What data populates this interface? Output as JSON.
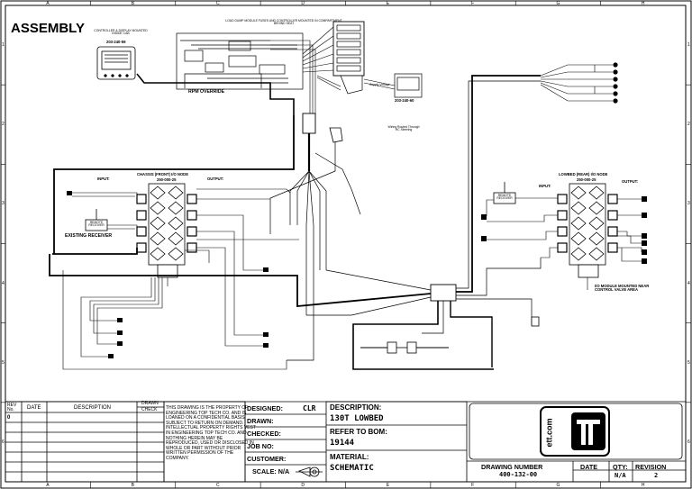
{
  "title": "ASSEMBLY",
  "grid": {
    "columns": [
      "A",
      "B",
      "C",
      "D",
      "E",
      "F",
      "G",
      "H"
    ],
    "rows": [
      "1",
      "2",
      "3",
      "4",
      "5",
      "6"
    ]
  },
  "labels": {
    "controller_box": "CONTROLLER & DISPLAY MOUNTED INSIDE CAB",
    "controller_part": "203-240-59",
    "load_dump": "LOAD DUMP MODULE FUSES AND CONTROLLER MOUNTED IN COMPARTMENT BEHIND SEAT",
    "rpm_override": "RPM OVERRIDE",
    "supply_voltage": "Supply Voltage",
    "load_dump_part": "203-240-60",
    "wiring_routed": "Wiring Routed Through HC Steering",
    "chassis_node": "CHASSIS (FRONT) I/O NODE",
    "chassis_part": "250-000-25",
    "input_left": "INPUT:",
    "output_left": "OUTPUT:",
    "remote_receiver": "REMOTE RECEIVER",
    "existing_receiver": "EXISTING RECEIVER",
    "lowbed_node": "LOWBED (REAR) I/O NODE",
    "lowbed_part": "250-000-25",
    "input_right": "INPUT:",
    "output_right": "OUTPUT:",
    "remote_receiver_right": "REMOTE RECEIVER",
    "io_module": "I/O MODULE MOUNTED NEAR CONTROL VALVE AREA"
  },
  "title_block": {
    "rev_header": "REV No.",
    "date_header": "DATE",
    "description_header": "DESCRIPTION",
    "drawn_header": "DRAWN",
    "check_header": "CHECK",
    "rev_value": "0",
    "property_notice": "THIS DRAWING IS THE PROPERTY OF ENGINEERING TOP TECH CO. AND IS LOANED ON A CONFIDENTIAL BASIS SUBJECT TO RETURN ON DEMAND. INTELLECTUAL PROPERTY RIGHTS VEST IN ENGINEERING TOP TECH CO. AND NOTHING HEREIN MAY BE REPRODUCED, USED OR DISCLOSED IN WHOLE OR PART WITHOUT PRIOR WRITTEN PERMISSION OF THE COMPANY.",
    "designed_label": "DESIGNED:",
    "designed_value": "CLR",
    "drawn_label": "DRAWN:",
    "checked_label": "CHECKED:",
    "job_label": "JOB NO:",
    "customer_label": "CUSTOMER:",
    "scale_label": "SCALE: N/A",
    "description_label": "DESCRIPTION:",
    "description_value": "130T LOWBED",
    "bom_label": "REFER TO BOM:",
    "bom_value": "19144",
    "material_label": "MATERIAL:",
    "material_value": "SCHEMATIC",
    "logo_text": "ett.com",
    "drawing_number_label": "DRAWING NUMBER",
    "drawing_number_value": "400-132-00",
    "date_label": "DATE",
    "qty_label": "QTY:",
    "qty_value": "N/A",
    "revision_label": "REVISION",
    "revision_value": "2"
  }
}
